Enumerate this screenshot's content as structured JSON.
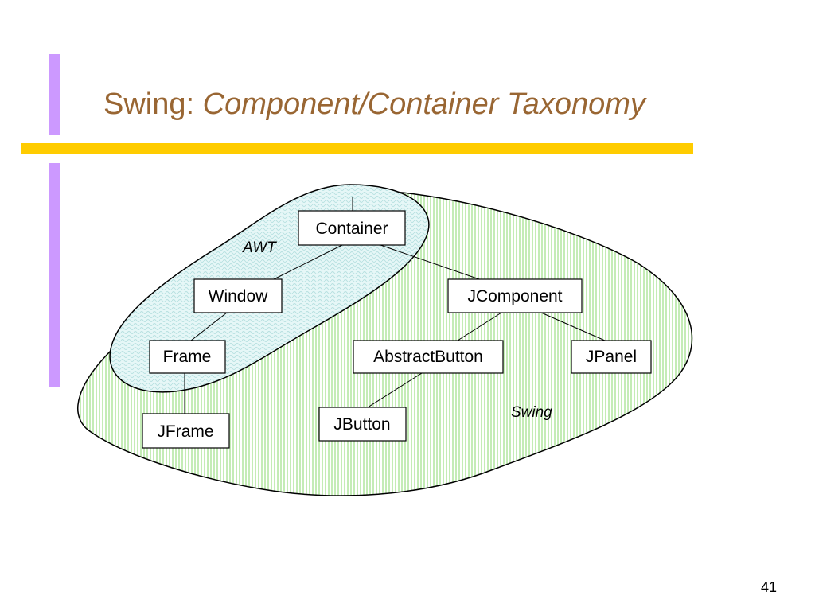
{
  "slide": {
    "title_prefix": "Swing: ",
    "title_emphasis": "Component/Container Taxonomy",
    "page_number": "41"
  },
  "diagram": {
    "regions": {
      "awt": "AWT",
      "swing": "Swing"
    },
    "nodes": {
      "container": "Container",
      "window": "Window",
      "jcomponent": "JComponent",
      "frame": "Frame",
      "abstractbutton": "AbstractButton",
      "jpanel": "JPanel",
      "jframe": "JFrame",
      "jbutton": "JButton"
    }
  },
  "colors": {
    "title": "#996633",
    "accent_purple": "#cc99ff",
    "accent_yellow": "#ffcc00",
    "swing_fill": "#d9f2d0",
    "awt_fill": "#dff3f3"
  }
}
